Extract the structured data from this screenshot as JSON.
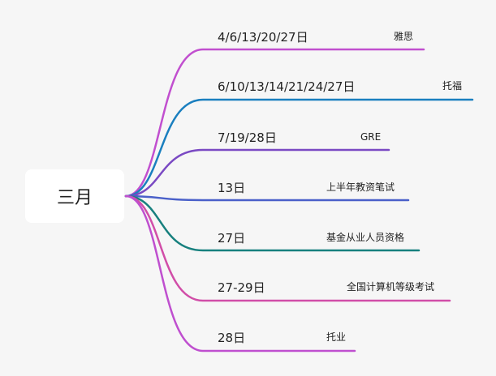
{
  "root": {
    "label": "三月"
  },
  "branches": [
    {
      "date": "4/6/13/20/27日",
      "event": "雅思",
      "color": "#c14fcf"
    },
    {
      "date": "6/10/13/14/21/24/27日",
      "event": "托福",
      "color": "#1a7fbf"
    },
    {
      "date": "7/19/28日",
      "event": "GRE",
      "color": "#7a49c3"
    },
    {
      "date": "13日",
      "event": "上半年教资笔试",
      "color": "#4a60c9"
    },
    {
      "date": "27日",
      "event": "基金从业人员资格",
      "color": "#17807e"
    },
    {
      "date": "27-29日",
      "event": "全国计算机等级考试",
      "color": "#d14ea8"
    },
    {
      "date": "28日",
      "event": "托业",
      "color": "#bf4fcf"
    }
  ]
}
